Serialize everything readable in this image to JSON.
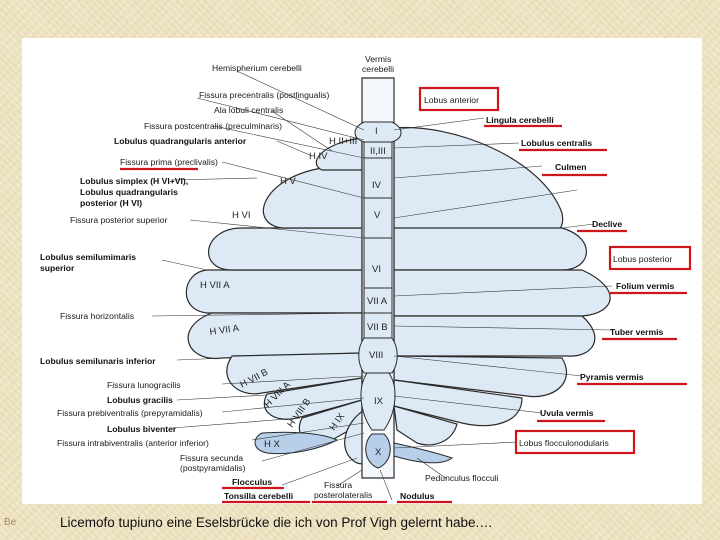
{
  "slide": {
    "corner_text": "Be",
    "caption": "Licemofo tupiuno eine Eselsbrücke die ich von Prof Vigh gelernt habe.…"
  },
  "diagram": {
    "labels_left": [
      "Hemispherium cerebelli",
      "Fissura precentralis (postlingualis)",
      "Ala lobuli centralis",
      "Fissura postcentralis (preculminaris)",
      "Lobulus quadrangularis anterior",
      "Fissura prima (preclivalis)",
      "Lobulus simplex (H VI+VI),",
      "Lobulus quadrangularis",
      "posterior (H VI)",
      "Fissura posterior superior",
      "Lobulus semilumimaris",
      "superior",
      "Fissura horizontalis",
      "Lobulus semilunaris inferior",
      "Fissura lunogracilis",
      "Lobulus gracilis",
      "Fissura prebiventralis (prepyramidalis)",
      "Lobulus biventer",
      "Fissura intrabiventralis (anterior inferior)",
      "Fissura secunda",
      "(postpyramidalis)",
      "Flocculus",
      "Tonsilla cerebelli",
      "Fissura",
      "posterolateralis",
      "Nodulus",
      "Pedunculus flocculi"
    ],
    "vermis_top": [
      "Vermis",
      "cerebelli"
    ],
    "labels_right": [
      "Lobus anterior",
      "Lingula cerebelli",
      "Lobulus centralis",
      "Culmen",
      "Declive",
      "Lobus posterior",
      "Folium vermis",
      "Tuber vermis",
      "Pyramis vermis",
      "Uvula vermis",
      "Lobus flocculonodularis"
    ],
    "regions_hem": [
      "H II+III",
      "H IV",
      "H V",
      "H VI",
      "H VII A",
      "H VII A",
      "H VII B",
      "H VIII A",
      "H VIII B",
      "H IX",
      "H X"
    ],
    "regions_verm": [
      "I",
      "II,III",
      "IV",
      "V",
      "VI",
      "VII A",
      "VII B",
      "VIII",
      "IX",
      "X"
    ],
    "colors": {
      "highlight_box": "#d0141b",
      "tissue": "#ddeaf6",
      "flocculus": "#b7cfe9",
      "outline": "#2a2a2a"
    }
  }
}
